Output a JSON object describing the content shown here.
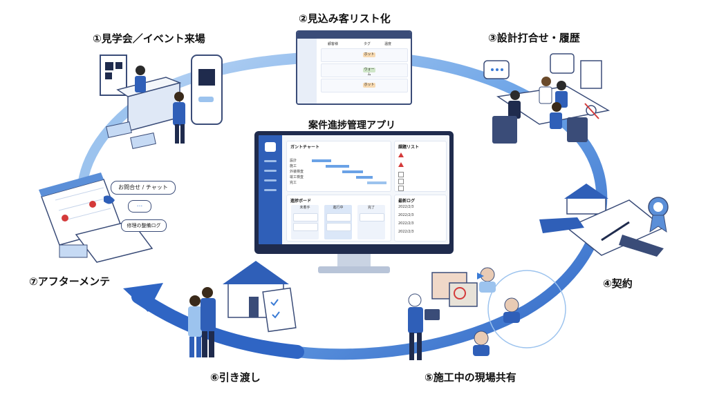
{
  "diagram": {
    "center_title": "案件進捗管理アプリ",
    "steps": [
      {
        "label": "①見学会／イベント来場"
      },
      {
        "label": "②見込み客リスト化"
      },
      {
        "label": "③設計打合せ・履歴"
      },
      {
        "label": "④契約"
      },
      {
        "label": "⑤施工中の現場共有"
      },
      {
        "label": "⑥引き渡し"
      },
      {
        "label": "⑦アフターメンテ"
      }
    ],
    "app": {
      "gantt_title": "ガントチャート",
      "gantt_rows": [
        "設計",
        "施工",
        "外装検査",
        "竣工検査",
        "完工"
      ],
      "issues_title": "課題リスト",
      "kanban_title": "進捗ボード",
      "kanban_columns": [
        "未着手",
        "進行中",
        "完了"
      ],
      "log_title": "最新ログ",
      "log_dates": [
        "2022/2/3",
        "2022/2/3",
        "2022/2/3",
        "2022/2/3"
      ]
    },
    "lead_list": {
      "columns": [
        "顧客様",
        "タグ",
        "温度"
      ],
      "tags": [
        "ホット",
        "ウォーム",
        "ホット"
      ]
    },
    "chat_bubbles": [
      "お問合せ / チャット",
      "..."
    ],
    "maintenance_note": "修理の整備ログ",
    "colors": {
      "accent": "#3a7bd5",
      "cycle_light": "#9cc3ee",
      "cycle_dark": "#2f65c4",
      "navy": "#1f2b4d"
    }
  }
}
